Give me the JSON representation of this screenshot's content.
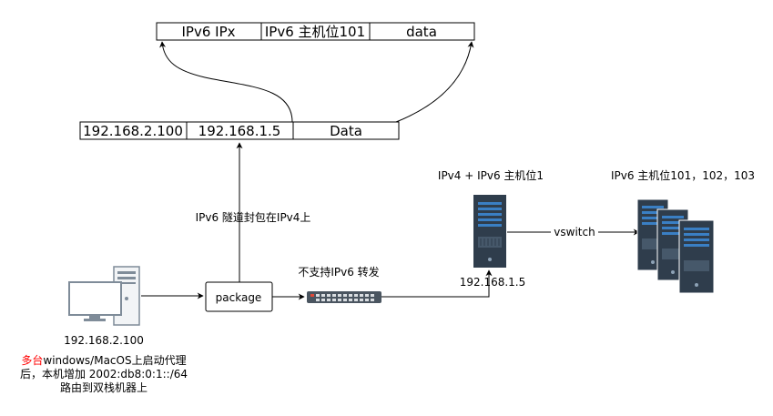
{
  "packet_top": {
    "fields": [
      "IPv6 IPx",
      "IPv6 主机位101",
      "data"
    ]
  },
  "packet_mid": {
    "fields": [
      "192.168.2.100",
      "192.168.1.5",
      "Data"
    ]
  },
  "labels": {
    "tunnel": "IPv6 隧道封包在IPv4上",
    "package": "package",
    "no_ipv6_forward": "不支持IPv6 转发",
    "dual_stack_host": "IPv4 + IPv6 主机位1",
    "ipv6_hosts": "IPv6 主机位101，102，103",
    "vswitch": "vswitch",
    "server_ip": "192.168.1.5",
    "client_ip": "192.168.2.100"
  },
  "note": {
    "line1_red": "多台",
    "line1_rest": "windows/MacOS上启动代理",
    "line2": "后，本机增加 2002:db8:0:1::/64",
    "line3": "路由到双栈机器上"
  },
  "colors": {
    "note_highlight": "#ff0000",
    "line": "#000000",
    "server_body": "#2f3d4c",
    "server_slot": "#3a7fc4"
  }
}
